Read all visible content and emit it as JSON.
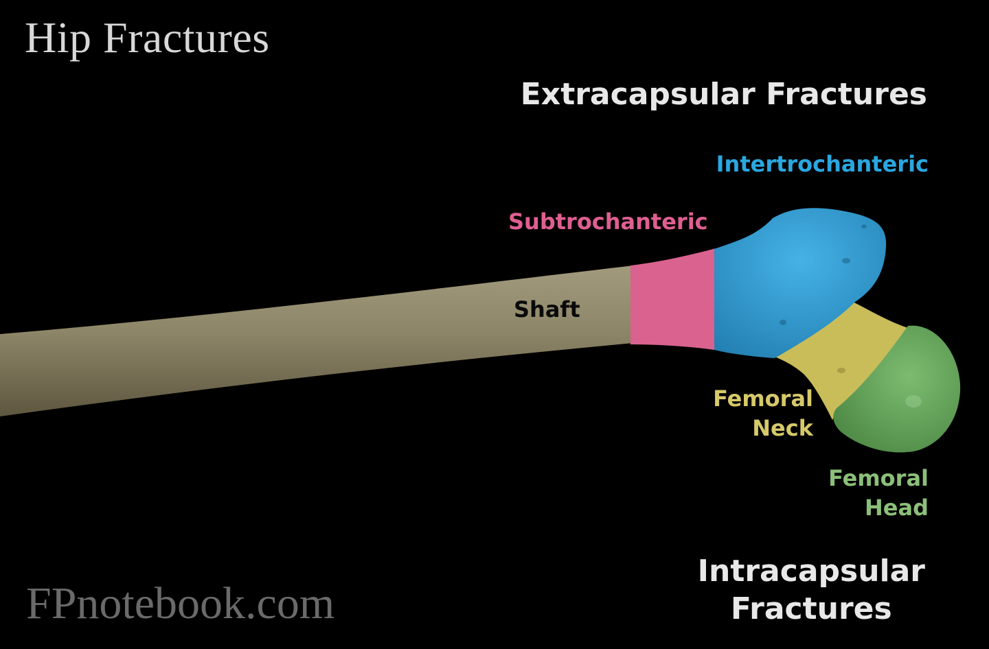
{
  "title": "Hip Fractures",
  "watermark": "FPnotebook.com",
  "labels": {
    "extracapsular": "Extracapsular Fractures",
    "intertrochanteric": "Intertrochanteric",
    "subtrochanteric": "Subtrochanteric",
    "shaft": "Shaft",
    "femoral_neck_line1": "Femoral",
    "femoral_neck_line2": "Neck",
    "femoral_head_line1": "Femoral",
    "femoral_head_line2": "Head",
    "intracapsular_line1": "Intracapsular",
    "intracapsular_line2": "Fractures"
  },
  "colors": {
    "background": "#000000",
    "shaft": "#8a8266",
    "subtrochanteric": "#d9628f",
    "intertrochanteric": "#35a6dc",
    "femoral_neck": "#c9bd5a",
    "femoral_head": "#6fae64",
    "heading_text": "#e8e8e8",
    "intertrochanteric_text": "#2aa7e0",
    "subtrochanteric_text": "#df5f92",
    "shaft_text": "#0a0a0a",
    "femoral_neck_text": "#d6c96a",
    "femoral_head_text": "#8cbf79"
  }
}
